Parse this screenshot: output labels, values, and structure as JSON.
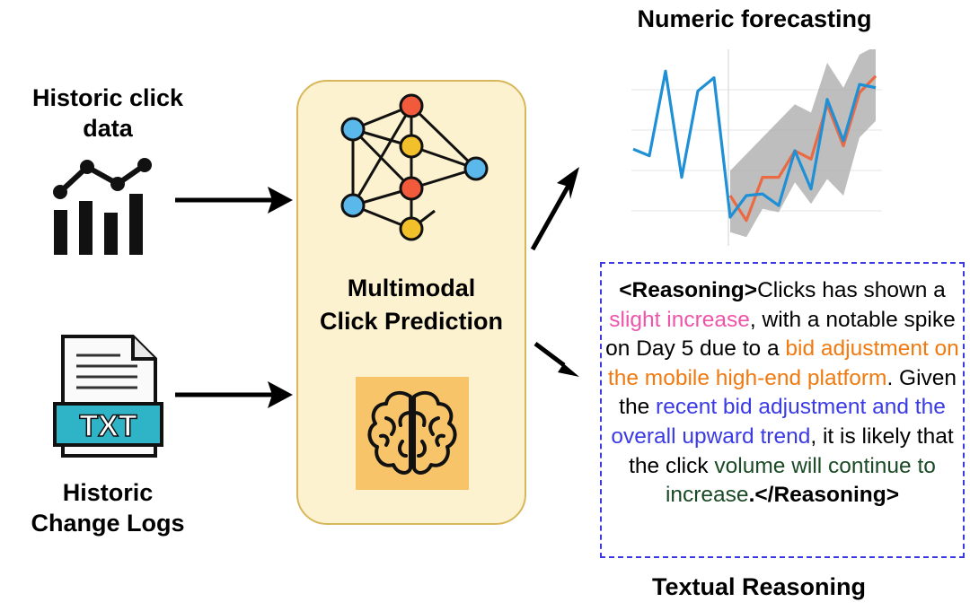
{
  "inputs": {
    "click_data_label": "Historic click\ndata",
    "change_logs_label": "Historic\nChange Logs",
    "txt_badge": "TXT"
  },
  "model": {
    "title_line1": "Multimodal",
    "title_line2": "Click Prediction"
  },
  "outputs": {
    "forecast_title": "Numeric forecasting",
    "reasoning_title": "Textual Reasoning"
  },
  "reasoning": {
    "open_tag": "<Reasoning>",
    "t1": "Clicks has shown a ",
    "pink": "slight increase",
    "t2": ", with a notable spike on Day 5 due to a ",
    "orange": "bid adjustment on the mobile high-end platform",
    "t3": ". Given the ",
    "blue": "recent bid adjustment and the overall upward trend",
    "t4": ", it is likely that the click ",
    "green": "volume will continue to increase",
    "close_tag": ".</Reasoning>"
  },
  "colors": {
    "history_line": "#1f8fd6",
    "forecast_line": "#ea6a44",
    "uncertainty_band": "#a8a8a8",
    "node_blue": "#5bb8ea",
    "node_red": "#f25a3c",
    "node_yellow": "#f2c02a",
    "box_fill": "#fdf2cf",
    "box_border": "#d8b65a",
    "reason_border": "#3a3ae0"
  },
  "chart_data": {
    "type": "line",
    "grid": true,
    "series": [
      {
        "values": [
          0.48,
          0.44,
          0.95,
          0.31,
          0.83,
          0.91,
          0.07,
          0.2,
          0.21,
          0.14,
          0.47,
          0.24,
          0.78,
          0.53,
          0.87,
          0.85
        ]
      },
      {
        "values": [
          null,
          null,
          null,
          null,
          null,
          null,
          0.2,
          0.05,
          0.31,
          0.31,
          0.47,
          0.42,
          0.75,
          0.5,
          0.82,
          0.92
        ]
      }
    ],
    "band": {
      "lower": [
        null,
        null,
        null,
        null,
        null,
        null,
        -0.02,
        -0.05,
        0.12,
        0.1,
        0.28,
        0.15,
        0.3,
        0.2,
        0.55,
        0.65
      ],
      "upper": [
        null,
        null,
        null,
        null,
        null,
        null,
        0.35,
        0.45,
        0.55,
        0.65,
        0.75,
        0.7,
        1.0,
        0.85,
        1.05,
        1.1
      ]
    }
  }
}
